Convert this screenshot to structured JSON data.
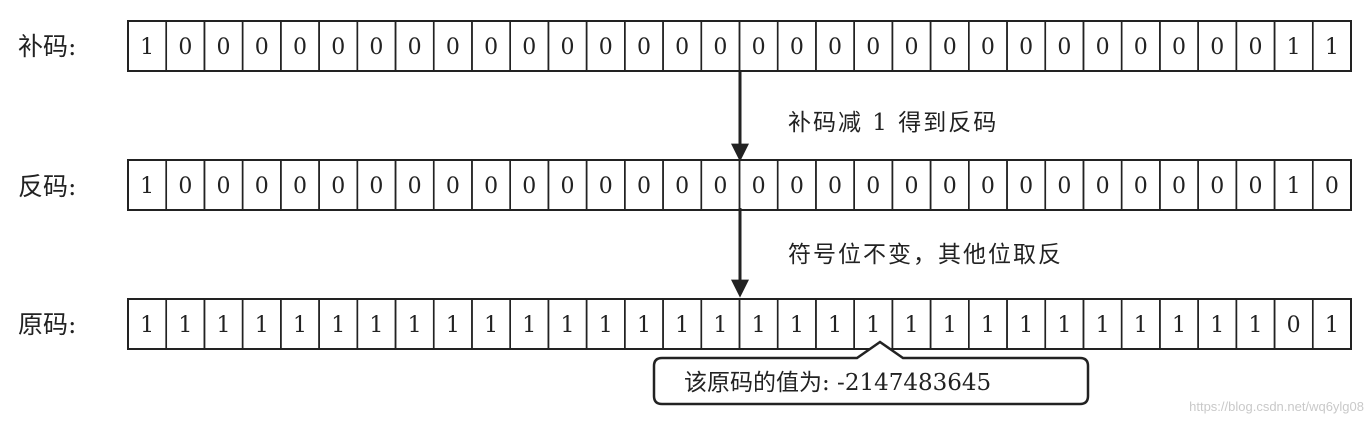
{
  "rows": [
    {
      "label": "补码:",
      "bits": "10000000000000000000000000000011"
    },
    {
      "label": "反码:",
      "bits": "10000000000000000000000000000010"
    },
    {
      "label": "原码:",
      "bits": "11111111111111111111111111111101"
    }
  ],
  "steps": [
    {
      "text": "补码减 1 得到反码"
    },
    {
      "text": "符号位不变，其他位取反"
    }
  ],
  "callout": {
    "text": "该原码的值为: -2147483645"
  },
  "watermark": "https://blog.csdn.net/wq6ylg08"
}
